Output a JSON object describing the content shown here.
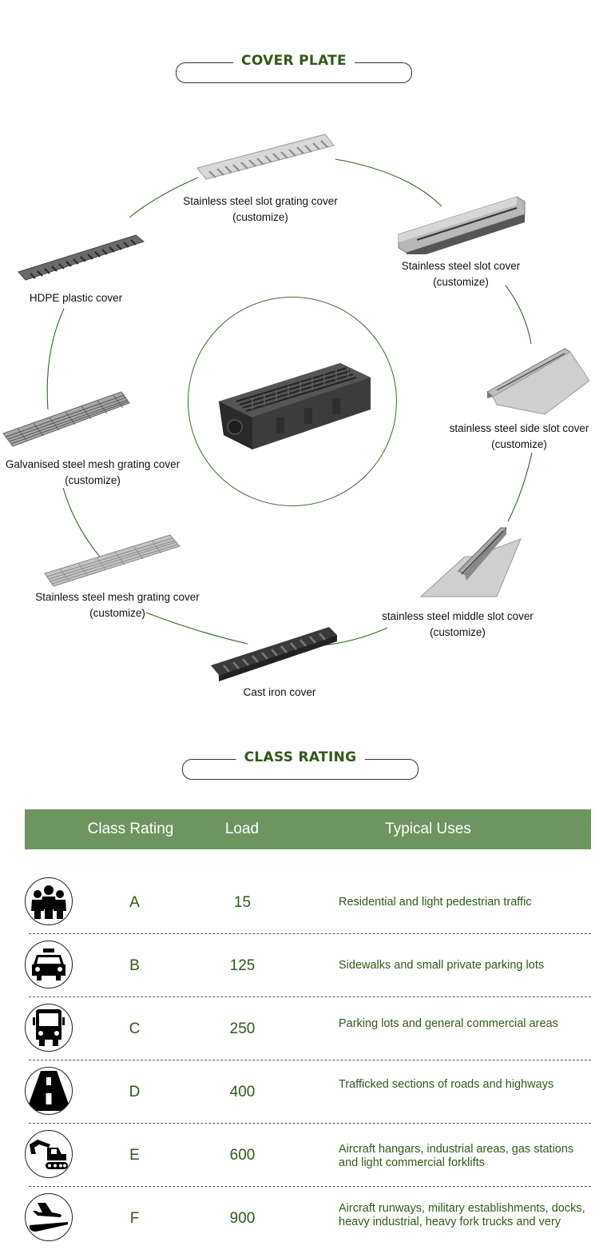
{
  "cover_section": {
    "title": "COVER PLATE",
    "center_item": "drain-channel-body",
    "items": [
      {
        "label": "Stainless steel slot grating cover",
        "note": "(customize)"
      },
      {
        "label": "Stainless steel slot cover",
        "note": "(customize)"
      },
      {
        "label": "HDPE plastic cover",
        "note": ""
      },
      {
        "label": "stainless steel side slot cover",
        "note": "(customize)"
      },
      {
        "label": "Galvanised steel mesh grating cover",
        "note": "(customize)"
      },
      {
        "label": "stainless steel middle slot cover",
        "note": "(customize)"
      },
      {
        "label": "Stainless steel mesh grating cover",
        "note": "(customize)"
      },
      {
        "label": "Cast iron cover",
        "note": ""
      }
    ]
  },
  "class_section": {
    "title": "CLASS RATING",
    "header_color": "#6e9460",
    "text_color": "#2f5a18",
    "columns": [
      "Class Rating",
      "Load",
      "Typical Uses"
    ],
    "rows": [
      {
        "icon": "pedestrians-icon",
        "class": "A",
        "load": "15",
        "uses": "Residential and light pedestrian traffic"
      },
      {
        "icon": "car-icon",
        "class": "B",
        "load": "125",
        "uses": "Sidewalks and small private parking lots"
      },
      {
        "icon": "bus-icon",
        "class": "C",
        "load": "250",
        "uses": "Parking lots and general commercial areas"
      },
      {
        "icon": "road-icon",
        "class": "D",
        "load": "400",
        "uses": "Trafficked sections of roads and highways"
      },
      {
        "icon": "excavator-icon",
        "class": "E",
        "load": "600",
        "uses": "Aircraft hangars, industrial areas, gas stations and light commercial forklifts"
      },
      {
        "icon": "airplane-icon",
        "class": "F",
        "load": "900",
        "uses": "Aircraft runways, military establishments, docks, heavy industrial, heavy fork trucks and very"
      }
    ]
  }
}
